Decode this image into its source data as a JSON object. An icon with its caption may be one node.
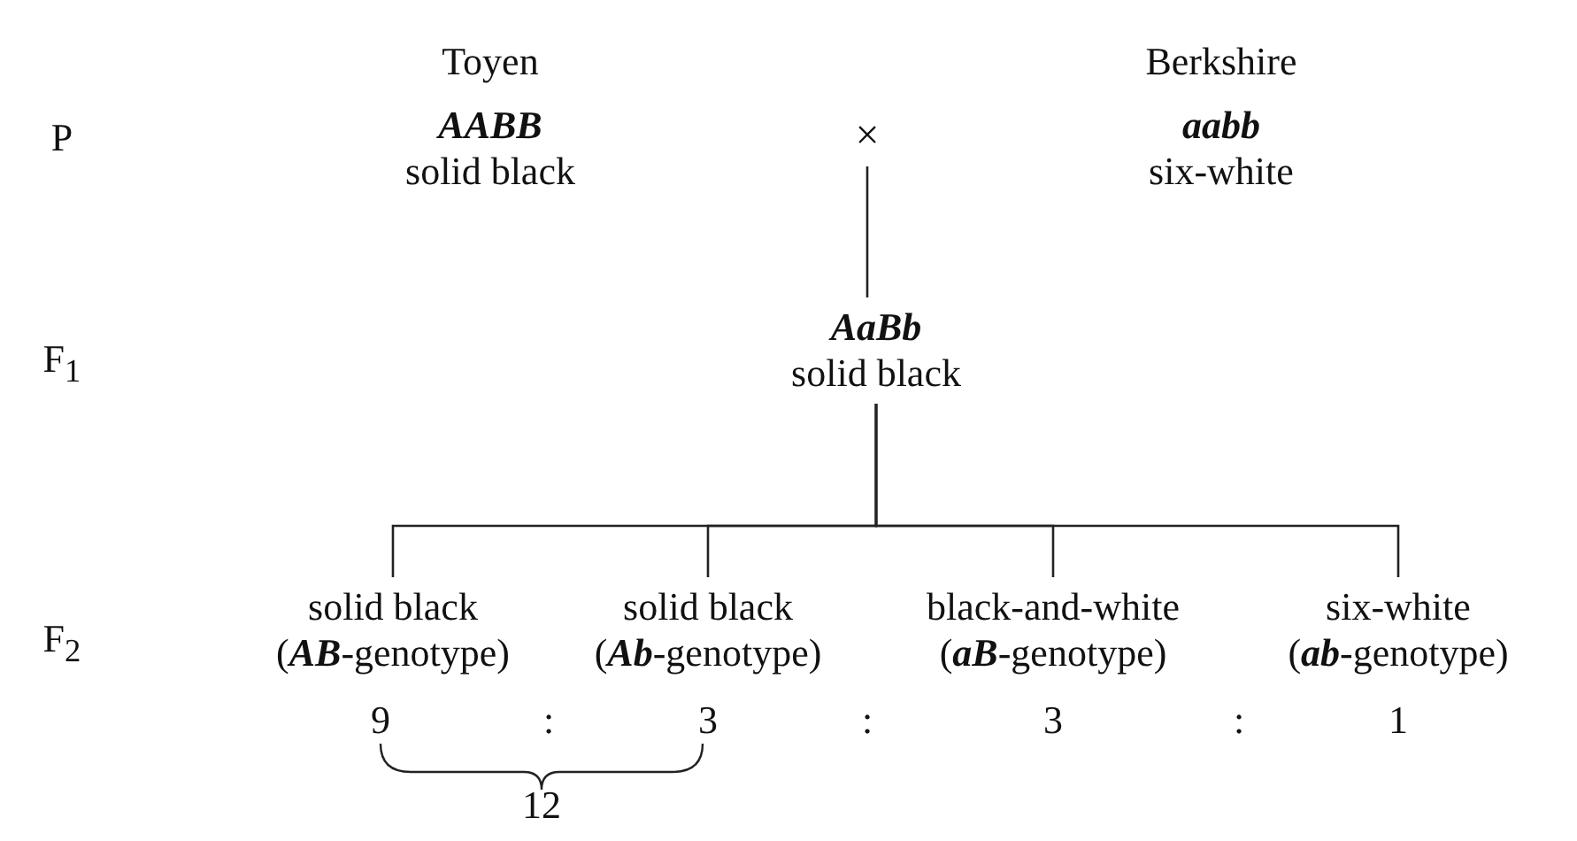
{
  "diagram": {
    "nodes": [
      {
        "text": [
          "Toyen",
          "AABB",
          "solid black"
        ]
      },
      {
        "text": [
          "×"
        ]
      },
      {
        "text": [
          "Berkshire",
          "aabb",
          "six-white"
        ]
      },
      {
        "text": [
          "AaBb",
          "solid black"
        ]
      },
      {
        "text": [
          "solid black",
          "(*AB*-genotype)"
        ]
      },
      {
        "text": [
          "solid black",
          "(*Ab*-genotype)"
        ]
      },
      {
        "text": [
          "black-and-white",
          "(*aB*-genotype)"
        ]
      },
      {
        "text": [
          "six-white",
          "(*ab*-genotype)"
        ]
      }
    ],
    "edges": [
      {
        "from": 1,
        "to": 3,
        "arrow": "none"
      },
      {
        "from": 3,
        "to": 4,
        "arrow": "none"
      },
      {
        "from": 3,
        "to": 5,
        "arrow": "none"
      },
      {
        "from": 3,
        "to": 6,
        "arrow": "none"
      },
      {
        "from": 3,
        "to": 7,
        "arrow": "none"
      }
    ],
    "labels": [
      "P",
      "F$_{1}$",
      "F$_{2}$",
      "9",
      ":",
      "3",
      ":",
      "3",
      ":",
      "1",
      "12"
    ]
  }
}
